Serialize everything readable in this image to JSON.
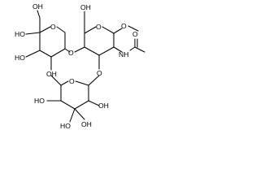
{
  "structure": {
    "top_ring": {
      "methyl_o": "O",
      "methoxy_bond_mark": "",
      "ring_o": "O",
      "hydroxymethyl": "OH",
      "acetyl_o": "O",
      "amide_nh": "NH",
      "glycosidic_o3": "O",
      "glycosidic_o4": "O"
    },
    "left_ring": {
      "hydroxymethyl": "OH",
      "ring_o": "O",
      "hydroxyl_4": "HO",
      "hydroxyl_3": "HO",
      "hydroxyl_2": "OH"
    },
    "bottom_ring": {
      "ring_o": "O",
      "hydroxyl_4": "HO",
      "hydroxyl_3": "HO",
      "hydroxyl_2": "OH",
      "hydroxyl_1": "OH"
    }
  }
}
